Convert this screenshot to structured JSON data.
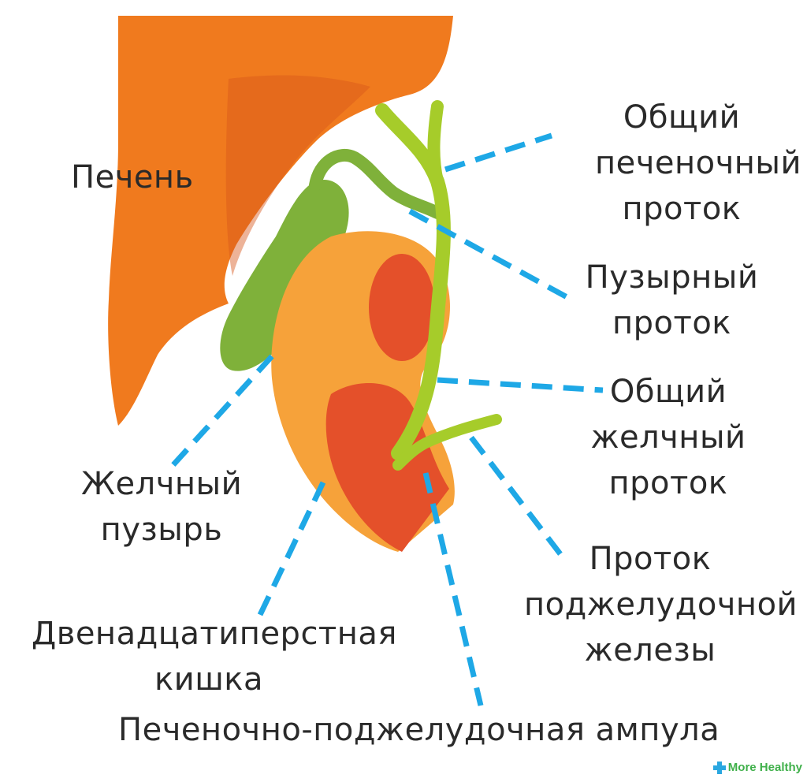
{
  "diagram": {
    "colors": {
      "leader_line": "#1ea8e6",
      "liver": "#f07a1e",
      "liver_dark": "#d8561a",
      "duct": "#a6cc2a",
      "gallbladder": "#7fb13a",
      "duodenum_outer": "#f6a23a",
      "duodenum_inner": "#e4502a",
      "label_text": "#2a2a2a"
    },
    "labels": {
      "liver": [
        "Печень"
      ],
      "common_hepatic_duct": [
        "Общий",
        "печеночный",
        "проток"
      ],
      "cystic_duct": [
        "Пузырный",
        "проток"
      ],
      "common_bile_duct": [
        "Общий",
        "желчный",
        "проток"
      ],
      "pancreatic_duct": [
        "Проток",
        "поджелудочной",
        "железы"
      ],
      "gallbladder": [
        "Желчный",
        "пузырь"
      ],
      "duodenum": [
        "Двенадцатиперстная",
        "кишка"
      ],
      "ampulla": [
        "Печеночно-поджелудочная ампула"
      ]
    },
    "watermark": "More Healthy"
  }
}
